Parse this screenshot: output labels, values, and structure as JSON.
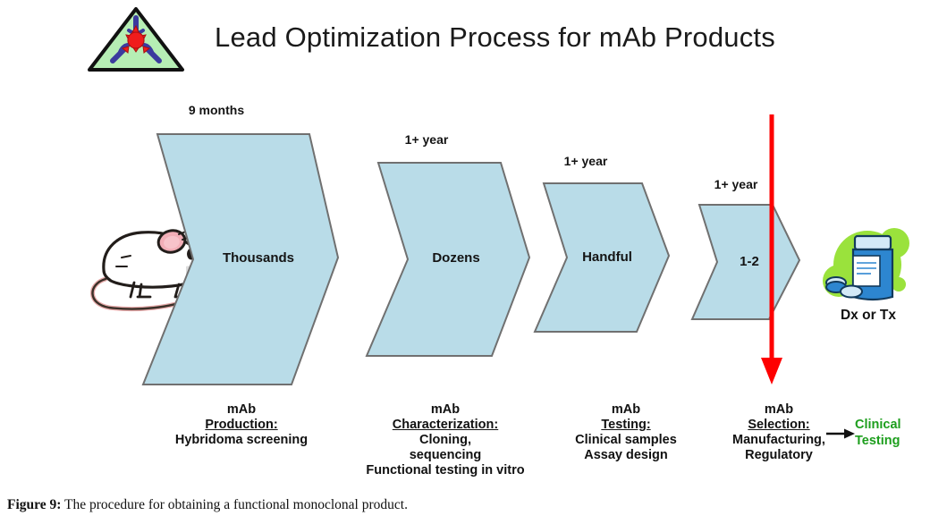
{
  "header": {
    "title": "Lead Optimization Process for mAb Products",
    "logo_name": "antibody-triangle-logo"
  },
  "diagram": {
    "type": "process-flow",
    "stages": [
      {
        "duration": "9 months",
        "quantity": "Thousands",
        "caption_line1": "mAb",
        "caption_line2": "Production:",
        "caption_line3": "Hybridoma screening",
        "caption_line4": "",
        "caption_line5": ""
      },
      {
        "duration": "1+ year",
        "quantity": "Dozens",
        "caption_line1": "mAb",
        "caption_line2": "Characterization:",
        "caption_line3": "Cloning,",
        "caption_line4": "sequencing",
        "caption_line5": "Functional testing in vitro"
      },
      {
        "duration": "1+ year",
        "quantity": "Handful",
        "caption_line1": "mAb",
        "caption_line2": "Testing:",
        "caption_line3": "Clinical samples",
        "caption_line4": "Assay design",
        "caption_line5": ""
      },
      {
        "duration": "1+ year",
        "quantity": "1-2",
        "caption_line1": "mAb",
        "caption_line2": "Selection:",
        "caption_line3": "Manufacturing,",
        "caption_line4": "Regulatory",
        "caption_line5": ""
      }
    ],
    "start_icon": "lab-mouse-icon",
    "outcome_icon": "pill-bottle-icon",
    "outcome_label": "Dx or Tx",
    "final_arrow_icon": "right-arrow-icon",
    "final_label_line1": "Clinical",
    "final_label_line2": "Testing",
    "timeline_arrow_icon": "red-down-arrow-icon"
  },
  "colors": {
    "chevron_fill": "#b9dce8",
    "chevron_stroke": "#707070",
    "timeline_arrow": "#fe0000",
    "final_label": "#1d9e1d",
    "logo_triangle_fill": "#b6eeb4",
    "logo_antibody": "#3b3b9e",
    "logo_center": "#f01c1c",
    "outcome_blob": "#9ae23c",
    "bottle_body": "#2d86d0"
  },
  "caption": {
    "label": "Figure 9:",
    "text": " The procedure for obtaining a functional monoclonal product."
  }
}
